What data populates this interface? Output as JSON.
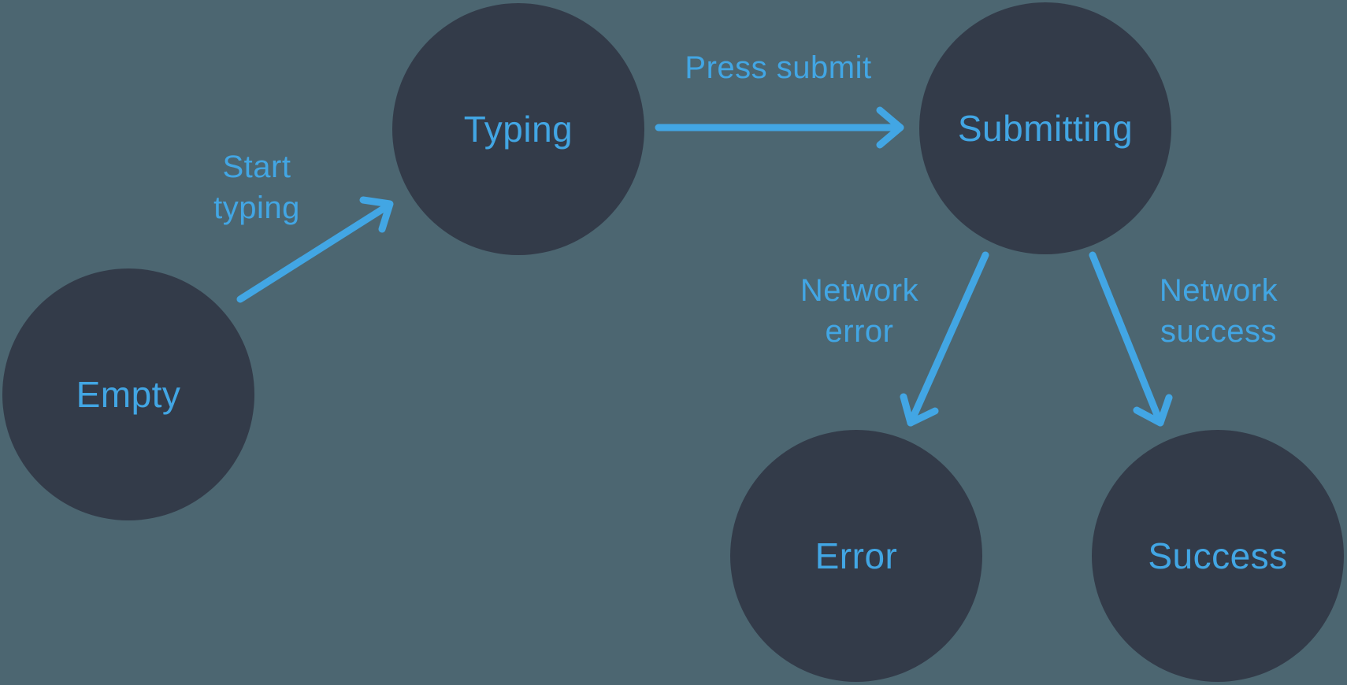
{
  "diagram": {
    "type": "state-machine",
    "states": [
      {
        "id": "empty",
        "label": "Empty"
      },
      {
        "id": "typing",
        "label": "Typing"
      },
      {
        "id": "submitting",
        "label": "Submitting"
      },
      {
        "id": "error",
        "label": "Error"
      },
      {
        "id": "success",
        "label": "Success"
      }
    ],
    "transitions": [
      {
        "from": "empty",
        "to": "typing",
        "label": "Start typing"
      },
      {
        "from": "typing",
        "to": "submitting",
        "label": "Press submit"
      },
      {
        "from": "submitting",
        "to": "error",
        "label": "Network error"
      },
      {
        "from": "submitting",
        "to": "success",
        "label": "Network success"
      }
    ],
    "colors": {
      "background": "#4c6671",
      "node_fill": "#333b49",
      "accent": "#42a6e4"
    }
  }
}
